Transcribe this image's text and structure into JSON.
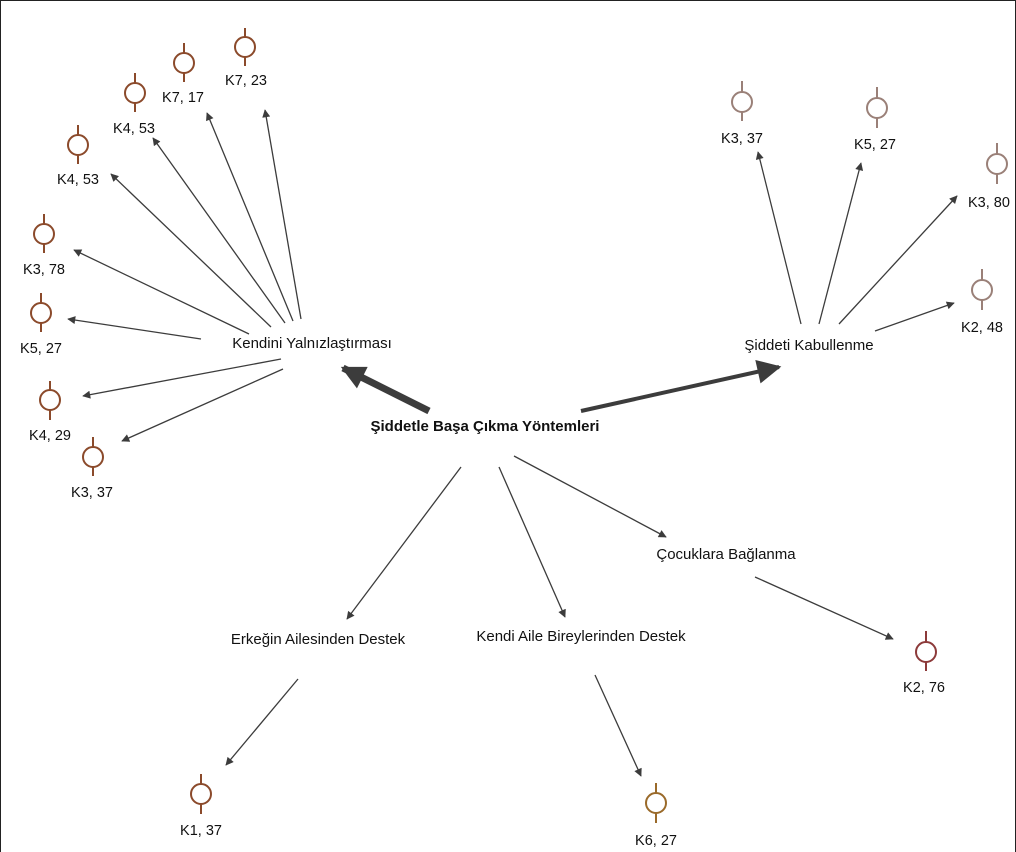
{
  "central": {
    "label": "Şiddetle Başa Çıkma Yöntemleri"
  },
  "colors": {
    "arrow": "#3c3c3c",
    "node_brown": "#8b4a2b",
    "node_grey": "#9a8078",
    "node_maroon": "#8c3a3a",
    "node_ochre": "#9a6a2a"
  },
  "themes": [
    {
      "id": "yalnizlastirma",
      "label": "Kendini Yalnızlaştırması",
      "codes": [
        "K7, 23",
        "K7, 17",
        "K4, 53",
        "K4, 53",
        "K3, 78",
        "K5, 27",
        "K4, 29",
        "K3, 37"
      ]
    },
    {
      "id": "kabullenme",
      "label": "Şiddeti Kabullenme",
      "codes": [
        "K3, 37",
        "K5, 27",
        "K3, 80",
        "K2, 48"
      ]
    },
    {
      "id": "cocuklara",
      "label": "Çocuklara Bağlanma",
      "codes": [
        "K2, 76"
      ]
    },
    {
      "id": "erkek-aile",
      "label": "Erkeğin Ailesinden Destek",
      "codes": [
        "K1, 37"
      ]
    },
    {
      "id": "kendi-aile",
      "label": "Kendi Aile Bireylerinden Destek",
      "codes": [
        "K6, 27"
      ]
    }
  ]
}
